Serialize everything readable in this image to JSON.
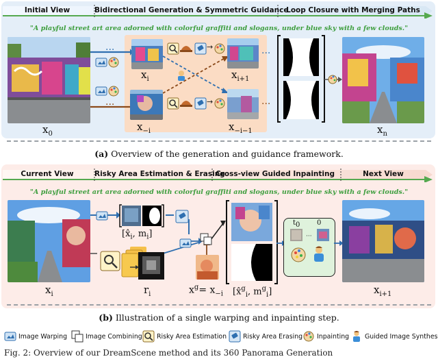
{
  "panel_a": {
    "stages": [
      "Initial View",
      "Bidirectional Generation & Symmetric Guidance",
      "Loop Closure with Merging Paths"
    ],
    "prompt": "\"A playful street art area adorned with colorful graffiti and slogans, under blue sky with a few clouds.\"",
    "labels": {
      "x0": "x",
      "x0_sub": "0",
      "xi": "x",
      "xi_sub": "i",
      "xi1": "x",
      "xi1_sub": "i+1",
      "xmi": "x",
      "xmi_sub": "−i",
      "xmi1": "x",
      "xmi1_sub": "−i−1",
      "xn": "x",
      "xn_sub": "n"
    },
    "caption_tag": "(a)",
    "caption_text": "Overview of the generation and guidance framework."
  },
  "panel_b": {
    "stages": [
      "Current View",
      "Risky Area Estimation & Erasing",
      "Cross-view Guided Inpainting",
      "Next View"
    ],
    "prompt": "\"A playful street art area adorned with colorful graffiti and slogans, under blue sky with a few clouds.\"",
    "labels": {
      "xi": "x",
      "xi_sub": "i",
      "hat_pair": "[x̂",
      "hat_pair_sub": "i",
      "hat_pair_tail": ", m",
      "hat_pair_sub2": "i",
      "hat_pair_close": "]",
      "ri": "r",
      "ri_sub": "i",
      "xg_main": "x",
      "xg_sup": "g",
      "xg_eq": "= x",
      "xg_sub": "−i",
      "guide_pair": "[x̂",
      "guide_sup": "g",
      "guide_sub": "i",
      "guide_mid": ", m",
      "guide_sup2": "g",
      "guide_sub2": "i",
      "guide_close": "]",
      "t0": "t",
      "t0_sub": "0",
      "zero": "0",
      "xi1": "x",
      "xi1_sub": "i+1"
    },
    "caption_tag": "(b)",
    "caption_text": "Illustration of a single warping and inpainting step."
  },
  "legend": [
    {
      "icon": "image-warping-icon",
      "label": "Image Warping"
    },
    {
      "icon": "image-combining-icon",
      "label": "Image Combining"
    },
    {
      "icon": "risky-area-estimation-icon",
      "label": "Risky Area Estimation"
    },
    {
      "icon": "risky-area-erasing-icon",
      "label": "Risky Area Erasing"
    },
    {
      "icon": "inpainting-icon",
      "label": "Inpainting"
    },
    {
      "icon": "guided-image-synthesis-icon",
      "label": "Guided Image Synthesis"
    }
  ],
  "footer_text": "Fig. 2: Overview of our DreamScene method and its 360 Panorama Generation",
  "colors": {
    "arrow_blue": "#2f6fb0",
    "arrow_brown": "#8b4a1a",
    "prompt_green": "#3e9e3e",
    "highlight_peach": "#f8cfae",
    "panel_a_bg": "#e4eef8",
    "panel_b_bg": "#fdece8"
  }
}
